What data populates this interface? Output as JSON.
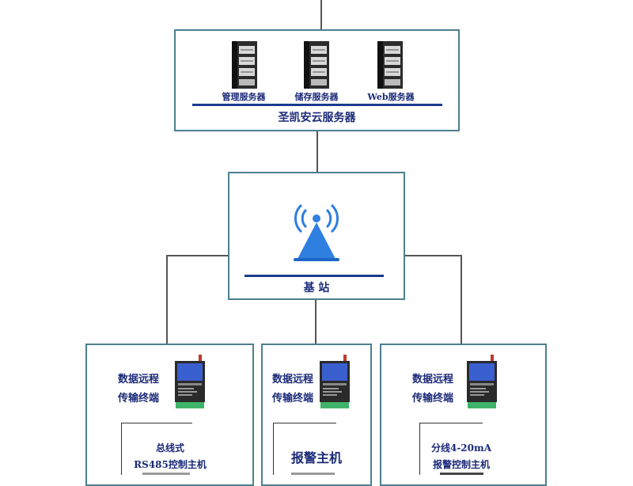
{
  "cloud": {
    "servers": [
      {
        "label": "管理服务器",
        "icon": "server-rack-icon"
      },
      {
        "label": "储存服务器",
        "icon": "server-rack-icon"
      },
      {
        "label": "Web服务器",
        "icon": "server-rack-icon"
      }
    ],
    "title": "圣凯安云服务器"
  },
  "base_station": {
    "title": "基 站",
    "icon": "radio-tower-icon"
  },
  "terminals": [
    {
      "dtu_line1": "数据远程",
      "dtu_line2": "传输终端",
      "device_line1": "总线式",
      "device_line2": "RS485控制主机"
    },
    {
      "dtu_line1": "数据远程",
      "dtu_line2": "传输终端",
      "device_line1": "报警主机",
      "device_line2": ""
    },
    {
      "dtu_line1": "数据远程",
      "dtu_line2": "传输终端",
      "device_line1": "分线4-20mA",
      "device_line2": "报警控制主机"
    }
  ],
  "colors": {
    "border": "#4d7f8f",
    "text": "#1b2a78",
    "rule": "#1b3b8f",
    "tower": "#2f7fe0"
  }
}
